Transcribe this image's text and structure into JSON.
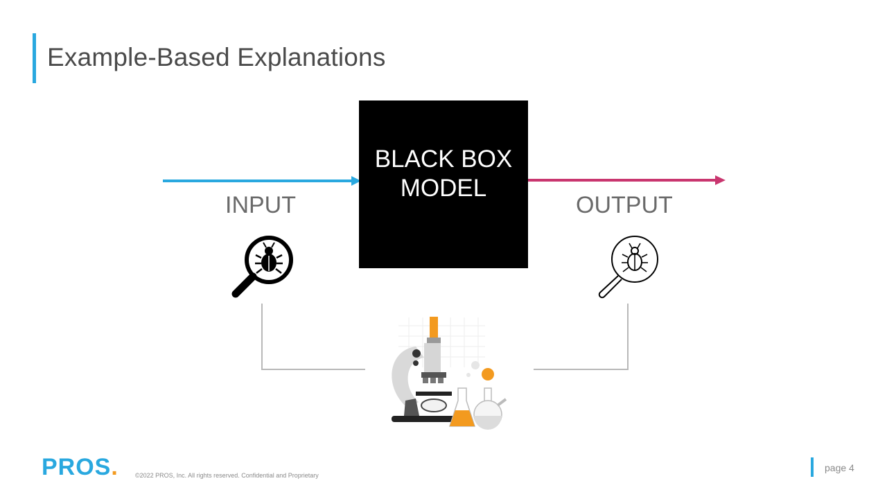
{
  "slide": {
    "title": "Example-Based Explanations",
    "footer": "©2022 PROS, Inc. All rights reserved. Confidential and Proprietary",
    "page": "page 4",
    "logo": {
      "text": "PROS",
      "dot": "."
    }
  },
  "diagram": {
    "box_line1": "BLACK BOX",
    "box_line2": "MODEL",
    "input_label": "INPUT",
    "output_label": "OUTPUT",
    "icons": {
      "input": "magnifier-bug-icon",
      "output": "magnifier-bug-outline-icon",
      "lab": "microscope-lab-icon"
    }
  },
  "colors": {
    "accent_blue": "#29a8df",
    "accent_pink": "#c9366f",
    "accent_orange": "#f39a1f"
  }
}
